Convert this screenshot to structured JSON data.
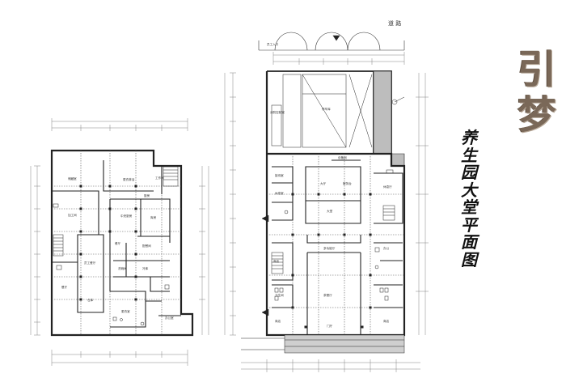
{
  "titles": {
    "main_chars": [
      "引",
      "梦"
    ],
    "sub_chars": [
      "养",
      "生",
      "园",
      "大",
      "堂",
      "平",
      "面",
      "图"
    ],
    "road_label": "道 路"
  },
  "left_plan": {
    "rooms": [
      {
        "id": "r1",
        "label": "储藏室"
      },
      {
        "id": "r2",
        "label": "更衣淋浴"
      },
      {
        "id": "r3",
        "label": "工作间"
      },
      {
        "id": "r4",
        "label": "厨房"
      },
      {
        "id": "r5",
        "label": "加工间"
      },
      {
        "id": "r6",
        "label": "中央厨房"
      },
      {
        "id": "r7",
        "label": "库房"
      },
      {
        "id": "r8",
        "label": "餐厅"
      },
      {
        "id": "r9",
        "label": "配餐间"
      },
      {
        "id": "r10",
        "label": "员工餐厅"
      },
      {
        "id": "r11",
        "label": "洗碗间"
      },
      {
        "id": "r12",
        "label": "餐厅"
      },
      {
        "id": "r13",
        "label": "冷库"
      },
      {
        "id": "r14",
        "label": "仓库"
      },
      {
        "id": "r15",
        "label": "更衣室"
      },
      {
        "id": "r16",
        "label": "办公室"
      }
    ]
  },
  "right_plan": {
    "rooms": [
      {
        "id": "a1",
        "label": "员工入口"
      },
      {
        "id": "a2",
        "label": "消防控制室"
      },
      {
        "id": "a3",
        "label": "停车库"
      },
      {
        "id": "a4",
        "label": "设备间"
      },
      {
        "id": "a5",
        "label": "接待室"
      },
      {
        "id": "a6",
        "label": "休息室"
      },
      {
        "id": "a7",
        "label": "大厅"
      },
      {
        "id": "a8",
        "label": "服务台"
      },
      {
        "id": "a9",
        "label": "休息厅"
      },
      {
        "id": "a10",
        "label": "大堂"
      },
      {
        "id": "a11",
        "label": "商店"
      },
      {
        "id": "a12",
        "label": "办公"
      },
      {
        "id": "a13",
        "label": "多功能厅"
      },
      {
        "id": "a14",
        "label": "卫生间"
      },
      {
        "id": "a15",
        "label": "茶餐厅"
      },
      {
        "id": "a16",
        "label": "商店"
      },
      {
        "id": "a17",
        "label": "门厅"
      },
      {
        "id": "a18",
        "label": "商店"
      }
    ]
  }
}
